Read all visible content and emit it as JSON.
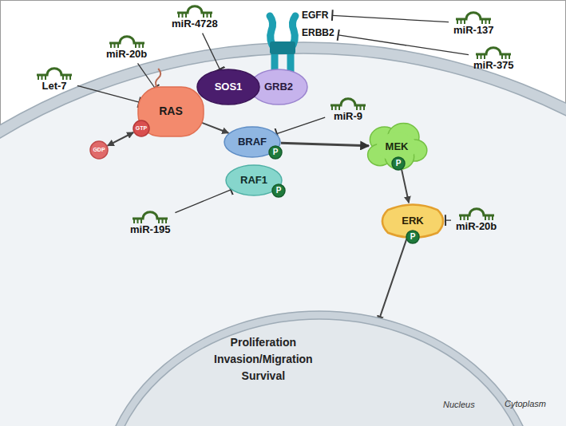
{
  "diagram": {
    "nodes": [
      {
        "text": [
          "miR-4728"
        ]
      },
      {
        "text": [
          "EGFR"
        ]
      },
      {
        "text": [
          "miR-137"
        ]
      },
      {
        "text": [
          "miR-20b"
        ]
      },
      {
        "text": [
          "ERBB2"
        ]
      },
      {
        "text": [
          "miR-375"
        ]
      },
      {
        "text": [
          "Let-7"
        ]
      },
      {
        "text": [
          "SOS1"
        ]
      },
      {
        "text": [
          "GRB2"
        ]
      },
      {
        "text": [
          "RAS"
        ]
      },
      {
        "text": [
          "GTP"
        ]
      },
      {
        "text": [
          "GDP"
        ]
      },
      {
        "text": [
          "miR-9"
        ]
      },
      {
        "text": [
          "BRAF"
        ]
      },
      {
        "text": [
          "P"
        ],
        "in": 13
      },
      {
        "text": [
          "MEK"
        ]
      },
      {
        "text": [
          "P"
        ],
        "in": 15
      },
      {
        "text": [
          "RAF1"
        ]
      },
      {
        "text": [
          "P"
        ],
        "in": 17
      },
      {
        "text": [
          "miR-195"
        ]
      },
      {
        "text": [
          "ERK"
        ]
      },
      {
        "text": [
          "P"
        ],
        "in": 20
      },
      {
        "text": [
          "miR-20b"
        ]
      },
      {
        "text": [
          "Proliferation Invasion/Migration Survival",
          "Nucleus"
        ]
      }
    ],
    "edges": [
      {
        "from": 0,
        "to": 7,
        "arrow": "to"
      },
      {
        "from": 2,
        "to": 1,
        "arrow": "to"
      },
      {
        "from": 3,
        "to": 9,
        "arrow": "to"
      },
      {
        "from": 5,
        "to": 4,
        "arrow": "to"
      },
      {
        "from": 6,
        "to": 9,
        "arrow": "to"
      },
      {
        "from": 10,
        "to": 11,
        "arrow": "both"
      },
      {
        "from": 9,
        "to": 13,
        "arrow": "to"
      },
      {
        "from": 12,
        "to": 13,
        "arrow": "to"
      },
      {
        "from": 13,
        "to": 15,
        "arrow": "to"
      },
      {
        "from": 19,
        "to": 17,
        "arrow": "to"
      },
      {
        "from": 15,
        "to": 20,
        "arrow": "to"
      },
      {
        "from": 22,
        "to": 20,
        "arrow": "to"
      },
      {
        "from": 20,
        "to": 23,
        "arrow": "to"
      }
    ],
    "labels": [
      "Cytoplasm"
    ]
  }
}
